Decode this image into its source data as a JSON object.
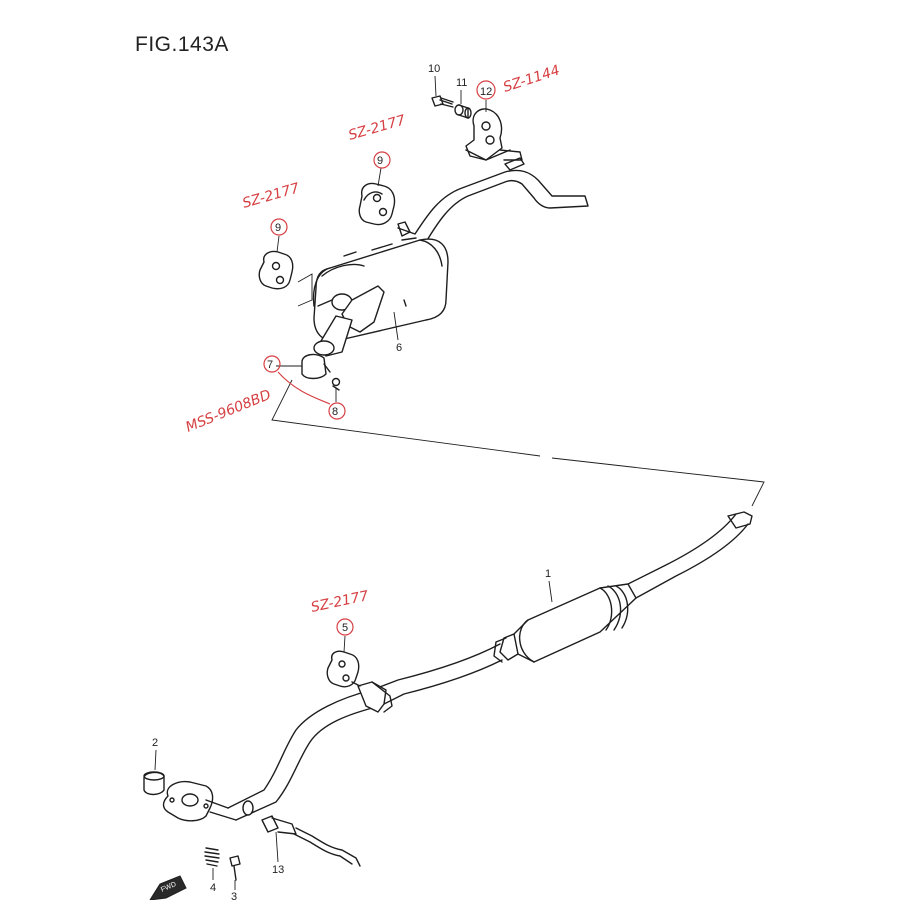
{
  "figure": {
    "title": "FIG.143A"
  },
  "parts": [
    {
      "id": "p1",
      "number": "1"
    },
    {
      "id": "p2",
      "number": "2"
    },
    {
      "id": "p3",
      "number": "3"
    },
    {
      "id": "p4",
      "number": "4"
    },
    {
      "id": "p5",
      "number": "5"
    },
    {
      "id": "p6",
      "number": "6"
    },
    {
      "id": "p7",
      "number": "7"
    },
    {
      "id": "p8",
      "number": "8"
    },
    {
      "id": "p9a",
      "number": "9"
    },
    {
      "id": "p9b",
      "number": "9"
    },
    {
      "id": "p10",
      "number": "10"
    },
    {
      "id": "p11",
      "number": "11"
    },
    {
      "id": "p12",
      "number": "12"
    },
    {
      "id": "p13",
      "number": "13"
    }
  ],
  "handwritten_notes": [
    {
      "id": "n12",
      "text": "SZ-1144"
    },
    {
      "id": "n9b",
      "text": "SZ-2177"
    },
    {
      "id": "n9a",
      "text": "SZ-2177"
    },
    {
      "id": "n78",
      "text": "MSS-9608BD"
    },
    {
      "id": "n5",
      "text": "SZ-2177"
    }
  ],
  "fwd_indicator": {
    "text": "FWD"
  },
  "colors": {
    "ink": "#1e1e1e",
    "annotation_red": "#d63f42"
  }
}
